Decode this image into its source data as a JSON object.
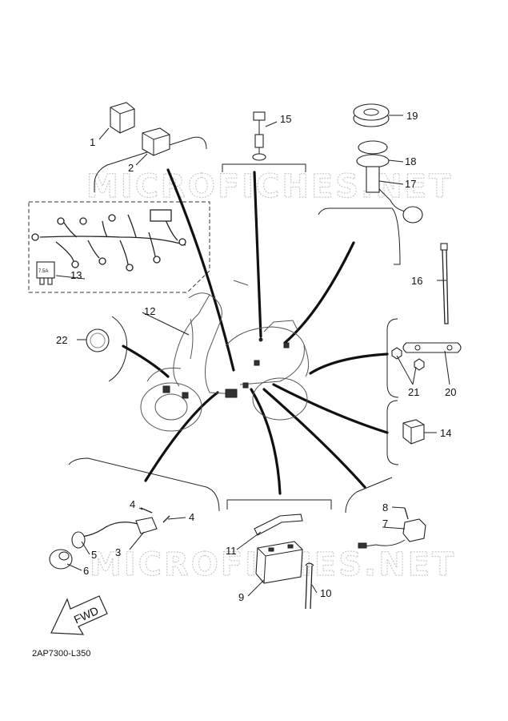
{
  "watermark": {
    "text": "MICROFICHES.NET"
  },
  "fwd_label": "FWD",
  "diagram_code": "2AP7300-L350",
  "callouts": [
    {
      "id": "1",
      "text": "1"
    },
    {
      "id": "2",
      "text": "2"
    },
    {
      "id": "3",
      "text": "3"
    },
    {
      "id": "4a",
      "text": "4"
    },
    {
      "id": "4b",
      "text": "4"
    },
    {
      "id": "5",
      "text": "5"
    },
    {
      "id": "6",
      "text": "6"
    },
    {
      "id": "7",
      "text": "7"
    },
    {
      "id": "8",
      "text": "8"
    },
    {
      "id": "9",
      "text": "9"
    },
    {
      "id": "10",
      "text": "10"
    },
    {
      "id": "11",
      "text": "11"
    },
    {
      "id": "12",
      "text": "12"
    },
    {
      "id": "13",
      "text": "13"
    },
    {
      "id": "14",
      "text": "14"
    },
    {
      "id": "15",
      "text": "15"
    },
    {
      "id": "16",
      "text": "16"
    },
    {
      "id": "17",
      "text": "17"
    },
    {
      "id": "18",
      "text": "18"
    },
    {
      "id": "19",
      "text": "19"
    },
    {
      "id": "20",
      "text": "20"
    },
    {
      "id": "21",
      "text": "21"
    },
    {
      "id": "22",
      "text": "22"
    }
  ],
  "fuse_label": "7.5A"
}
